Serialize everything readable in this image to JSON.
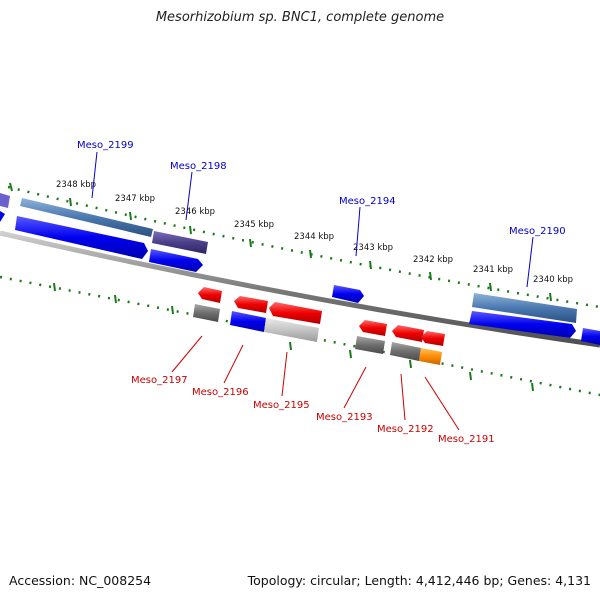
{
  "title": "Mesorhizobium sp. BNC1, complete genome",
  "footer": {
    "accession": "Accession: NC_008254",
    "stats": "Topology: circular; Length: 4,412,446 bp; Genes: 4,131"
  },
  "colors": {
    "forward_gene": "#0000ee",
    "reverse_gene": "#ee0000",
    "forward_label": "#0000cc",
    "reverse_label": "#cc0000",
    "backbone": "#888888",
    "tick": "#1a7a1a",
    "pseudo_forward": "#4a6fa5",
    "pseudo_dark": "#4b3f8a",
    "grey_feature": "#777777",
    "light_grey_feature": "#c8c8c8",
    "orange_feature": "#ff8c00"
  },
  "scale": {
    "unit": "kbp",
    "labels": [
      "2348 kbp",
      "2347 kbp",
      "2346 kbp",
      "2345 kbp",
      "2344 kbp",
      "2343 kbp",
      "2342 kbp",
      "2341 kbp",
      "2340 kbp"
    ]
  },
  "forward_genes": [
    "Meso_2199",
    "Meso_2198",
    "Meso_2194",
    "Meso_2190"
  ],
  "reverse_genes": [
    "Meso_2197",
    "Meso_2196",
    "Meso_2195",
    "Meso_2193",
    "Meso_2192",
    "Meso_2191"
  ]
}
